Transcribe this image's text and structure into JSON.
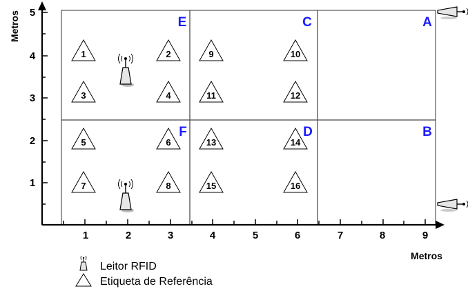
{
  "axes": {
    "y_title": "Metros",
    "x_title": "Metros",
    "x_ticks": [
      "1",
      "2",
      "3",
      "4",
      "5",
      "6",
      "7",
      "8",
      "9"
    ],
    "y_ticks": [
      "1",
      "2",
      "3",
      "4",
      "5"
    ]
  },
  "regions": [
    "E",
    "C",
    "A",
    "F",
    "D",
    "B"
  ],
  "tags": [
    "1",
    "2",
    "3",
    "4",
    "5",
    "6",
    "7",
    "8",
    "9",
    "10",
    "11",
    "12",
    "13",
    "14",
    "15",
    "16"
  ],
  "legend": {
    "reader": "Leitor RFID",
    "tag": "Etiqueta de Referência"
  },
  "colors": {
    "region_label": "#1a1aff",
    "reader_fill": "#e6e6e6",
    "line": "#000000"
  },
  "icons": {
    "reader": "rfid-reader-icon",
    "tag": "triangle-icon",
    "antenna": "antenna-icon"
  }
}
